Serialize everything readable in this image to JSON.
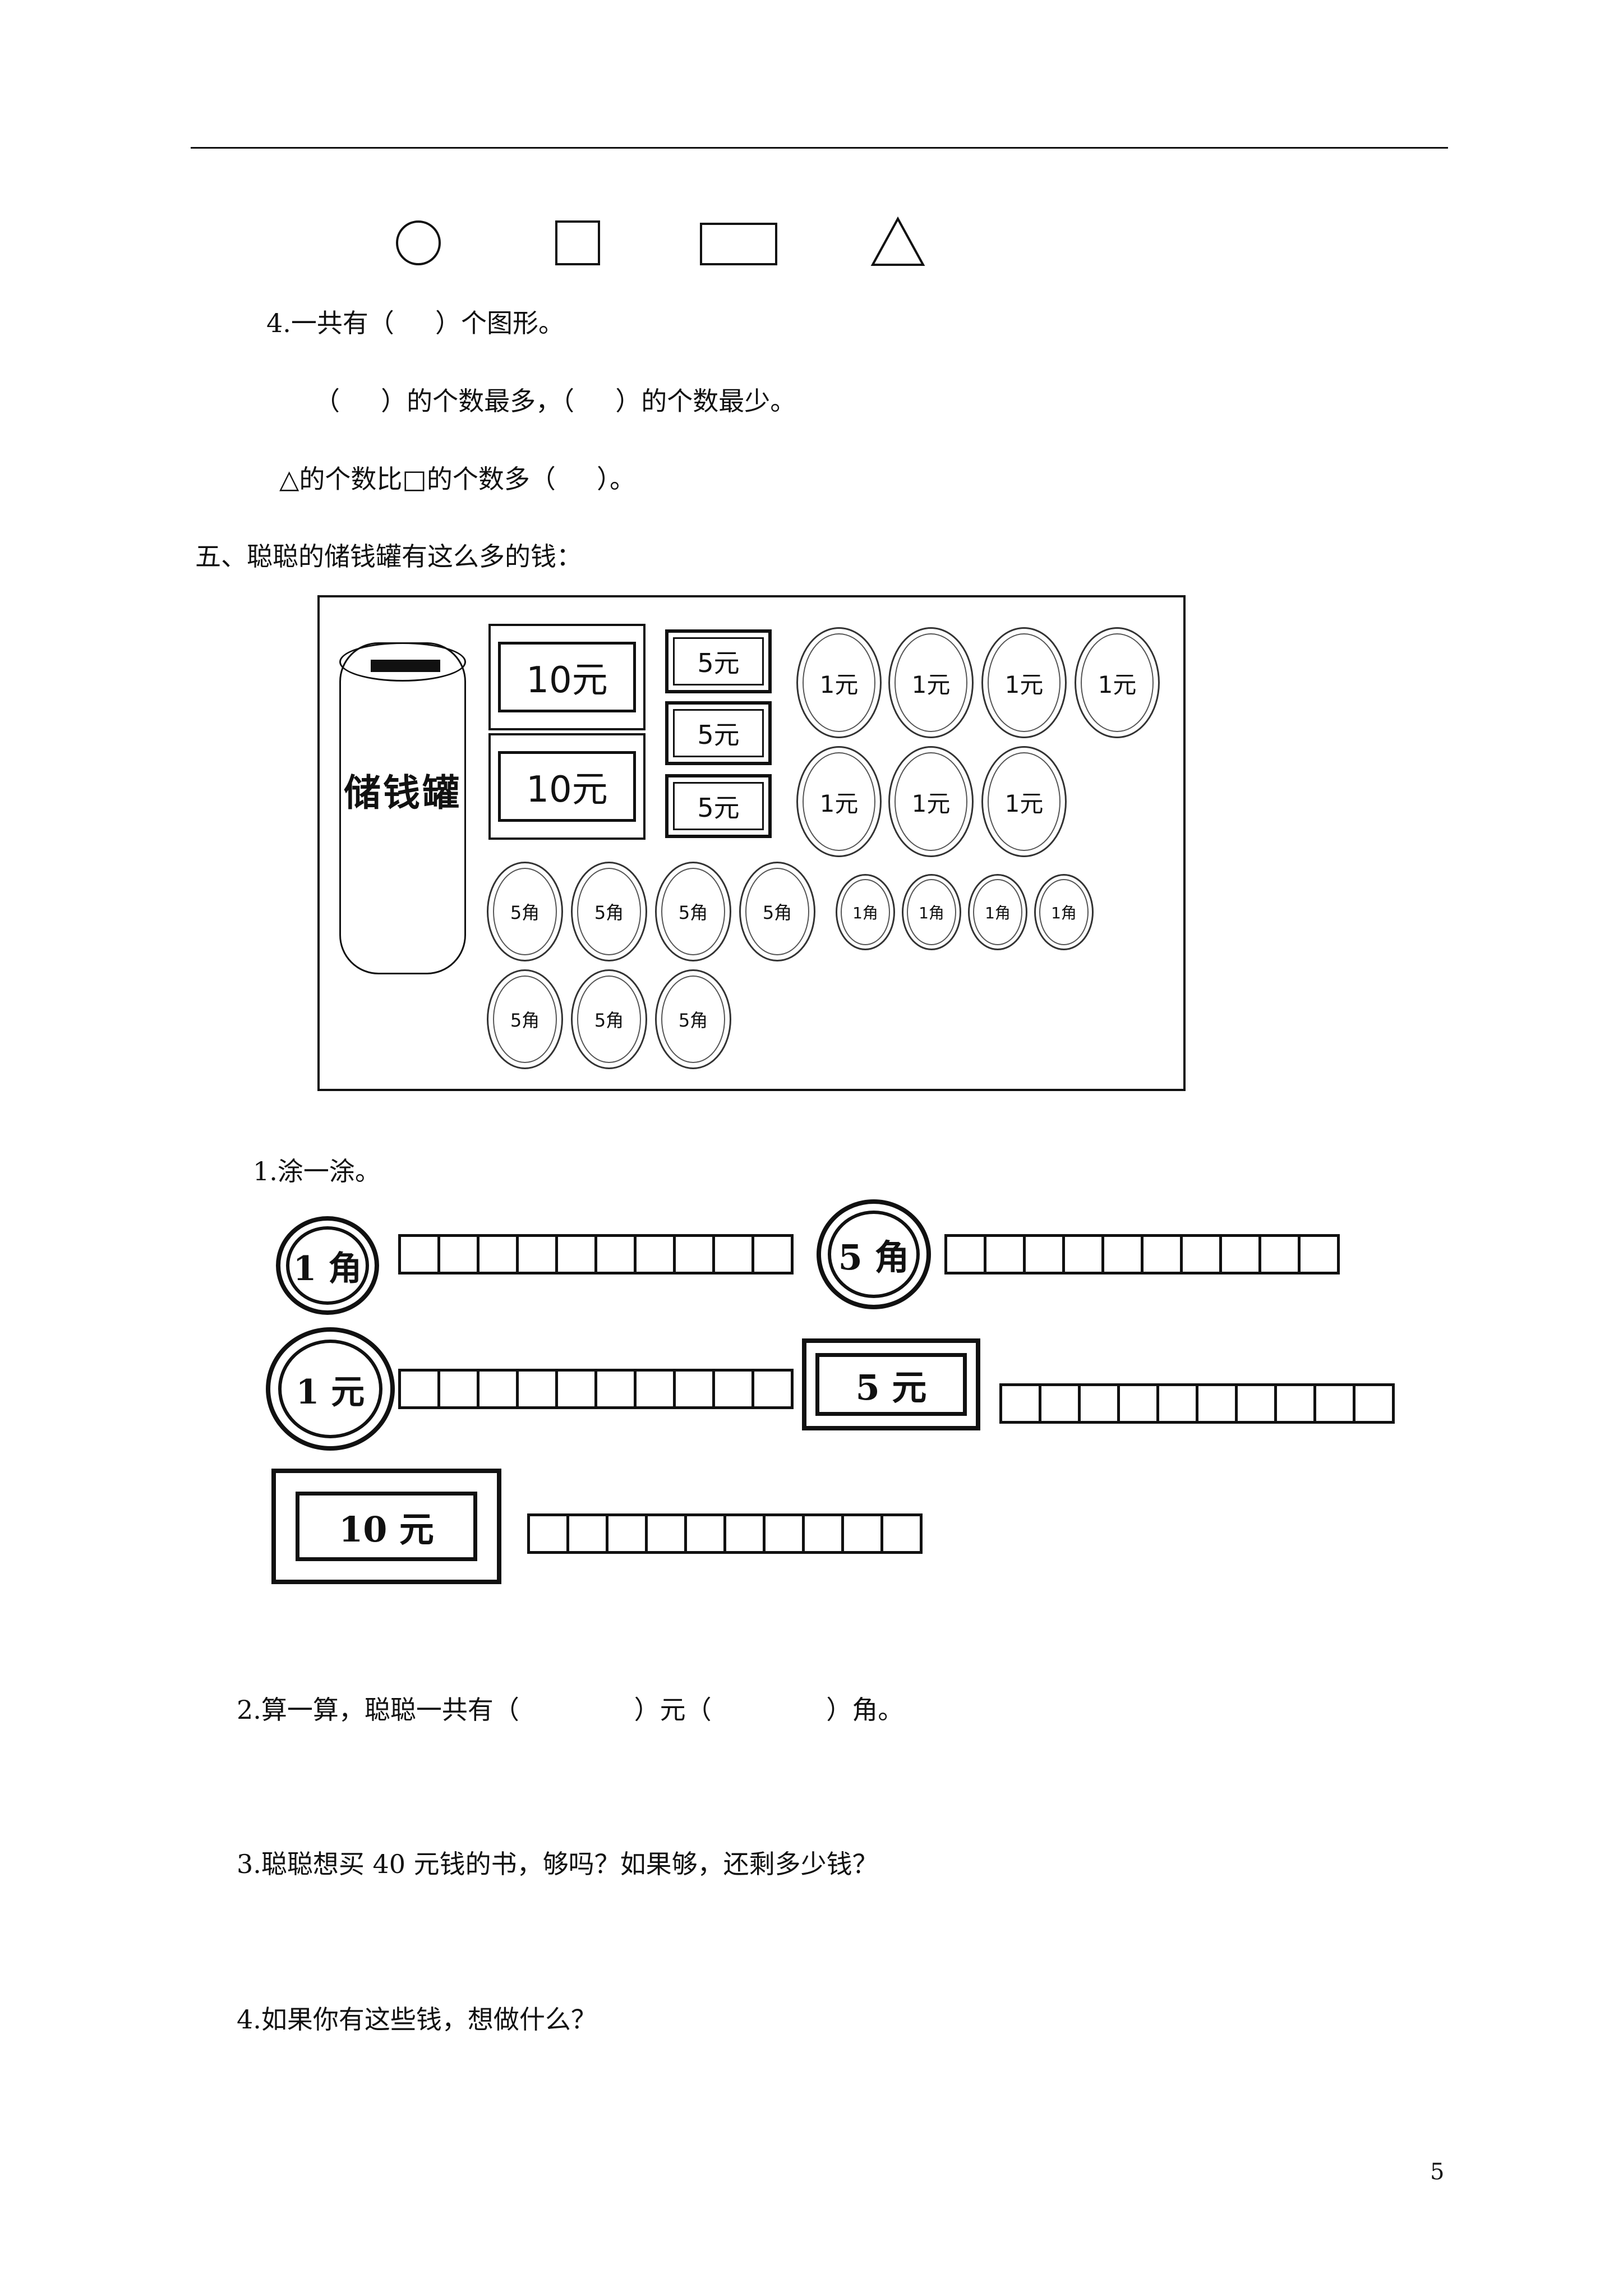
{
  "shape_row": [
    {
      "name": "circle",
      "icon": "circle-icon"
    },
    {
      "name": "square",
      "icon": "square-icon"
    },
    {
      "name": "rectangle",
      "icon": "rectangle-icon"
    },
    {
      "name": "triangle",
      "icon": "triangle-icon"
    }
  ],
  "q4": {
    "line1": "4.一共有（     ）个图形。",
    "line2": "（     ）的个数最多，（     ）的个数最少。",
    "line3": "△的个数比□的个数多（     ）。"
  },
  "section5": {
    "title": "五、聪聪的储钱罐有这么多的钱：",
    "jar_label": "储钱罐",
    "notes_10": [
      "10元",
      "10元"
    ],
    "notes_5": [
      "5元",
      "5元",
      "5元"
    ],
    "coins_1yuan": [
      "1元",
      "1元",
      "1元",
      "1元",
      "1元",
      "1元",
      "1元"
    ],
    "coins_5jiao": [
      "5角",
      "5角",
      "5角",
      "5角",
      "5角",
      "5角",
      "5角"
    ],
    "coins_1jiao": [
      "1角",
      "1角",
      "1角",
      "1角"
    ]
  },
  "coloring": {
    "title": "1.涂一涂。",
    "items": [
      {
        "label": "1 角",
        "kind": "coin",
        "boxes": 10
      },
      {
        "label": "5 角",
        "kind": "coin",
        "boxes": 10
      },
      {
        "label": "1 元",
        "kind": "coin",
        "boxes": 10
      },
      {
        "label": "5  元",
        "kind": "note",
        "boxes": 10
      },
      {
        "label": "10  元",
        "kind": "note",
        "boxes": 10
      }
    ]
  },
  "questions": {
    "q2": "2.算一算，聪聪一共有（              ）元（              ）角。",
    "q3": "3.聪聪想买 40 元钱的书，够吗？如果够，还剩多少钱？",
    "q4": "4.如果你有这些钱，想做什么？"
  },
  "page_number": "5"
}
